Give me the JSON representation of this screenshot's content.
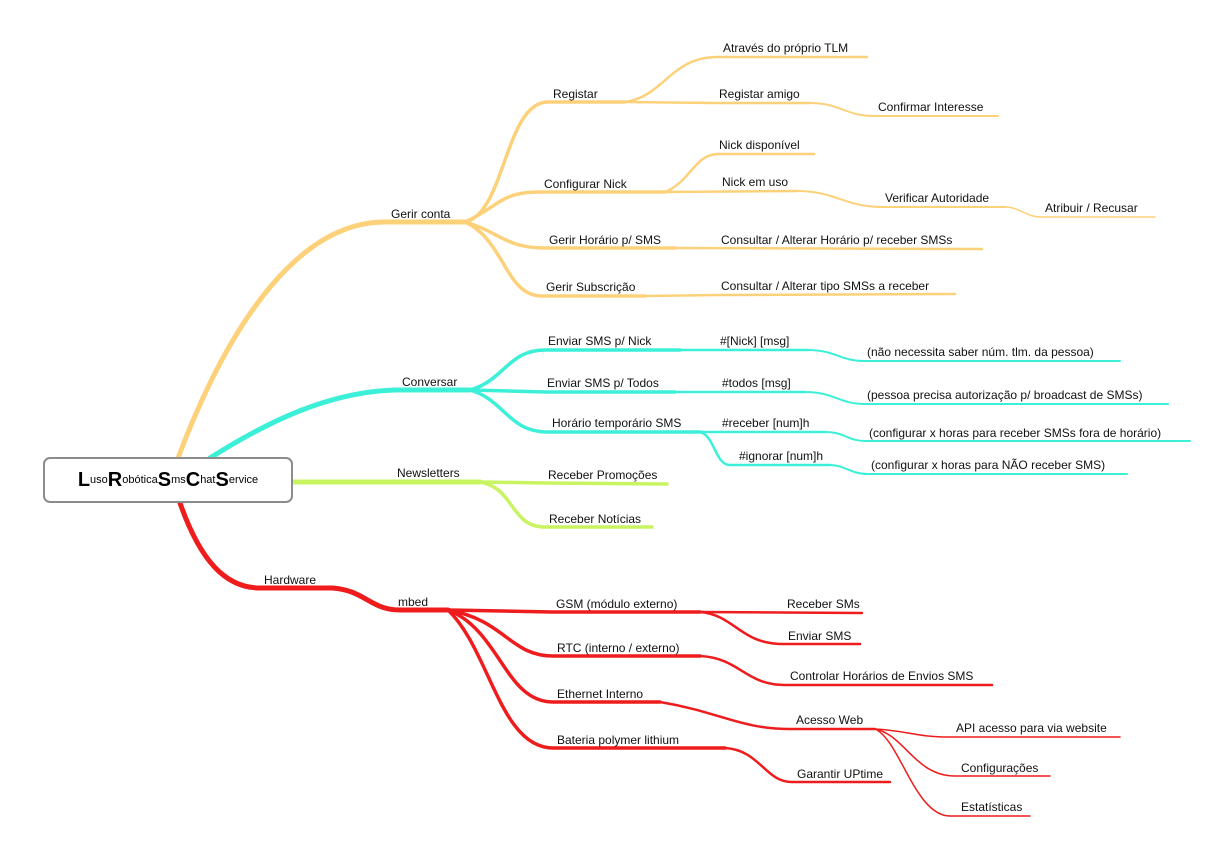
{
  "root": {
    "parts": [
      {
        "cap": "L",
        "rest": "uso"
      },
      {
        "cap": "R",
        "rest": "obótica"
      },
      {
        "cap": "S",
        "rest": "ms"
      },
      {
        "cap": "C",
        "rest": "hat"
      },
      {
        "cap": "S",
        "rest": "ervice"
      }
    ]
  },
  "colors": {
    "gerir": "#fdd17a",
    "conversar": "#3cf0d8",
    "newsletters": "#c9f462",
    "hardware": "#ee1c1c"
  },
  "branches": {
    "gerir": {
      "label": "Gerir conta",
      "registar": {
        "label": "Registar",
        "proprio": "Através do próprio TLM",
        "amigo": "Registar amigo",
        "confirmar": "Confirmar Interesse"
      },
      "nick": {
        "label": "Configurar Nick",
        "disponivel": "Nick disponível",
        "em_uso": "Nick em uso",
        "verificar": "Verificar Autoridade",
        "atribuir": "Atribuir / Recusar"
      },
      "horario": {
        "label": "Gerir Horário p/ SMS",
        "consultar": "Consultar / Alterar Horário p/ receber SMSs"
      },
      "subscricao": {
        "label": "Gerir Subscrição",
        "consultar": "Consultar / Alterar tipo SMSs a receber"
      }
    },
    "conversar": {
      "label": "Conversar",
      "nick": {
        "label": "Enviar SMS p/ Nick",
        "cmd": "#[Nick] [msg]",
        "note": "(não necessita saber núm. tlm. da pessoa)"
      },
      "todos": {
        "label": "Enviar SMS p/ Todos",
        "cmd": "#todos [msg]",
        "note": "(pessoa precisa autorização p/ broadcast de SMSs)"
      },
      "horario": {
        "label": "Horário temporário SMS",
        "receber": "#receber [num]h",
        "receber_note": "(configurar x horas para receber SMSs fora de horário)",
        "ignorar": "#ignorar [num]h",
        "ignorar_note": "(configurar x horas para NÃO receber SMS)"
      }
    },
    "newsletters": {
      "label": "Newsletters",
      "promocoes": "Receber Promoções",
      "noticias": "Receber Notícias"
    },
    "hardware": {
      "label": "Hardware",
      "mbed": {
        "label": "mbed",
        "gsm": {
          "label": "GSM (módulo externo)",
          "receber": "Receber SMs",
          "enviar": "Enviar SMS"
        },
        "rtc": {
          "label": "RTC (interno / externo)",
          "controlar": "Controlar Horários de Envios SMS"
        },
        "ethernet": {
          "label": "Ethernet Interno",
          "acesso": "Acesso Web",
          "api": "API acesso para via website",
          "config": "Configurações",
          "stats": "Estatísticas"
        },
        "bateria": {
          "label": "Bateria polymer lithium",
          "uptime": "Garantir UPtime"
        }
      }
    }
  }
}
